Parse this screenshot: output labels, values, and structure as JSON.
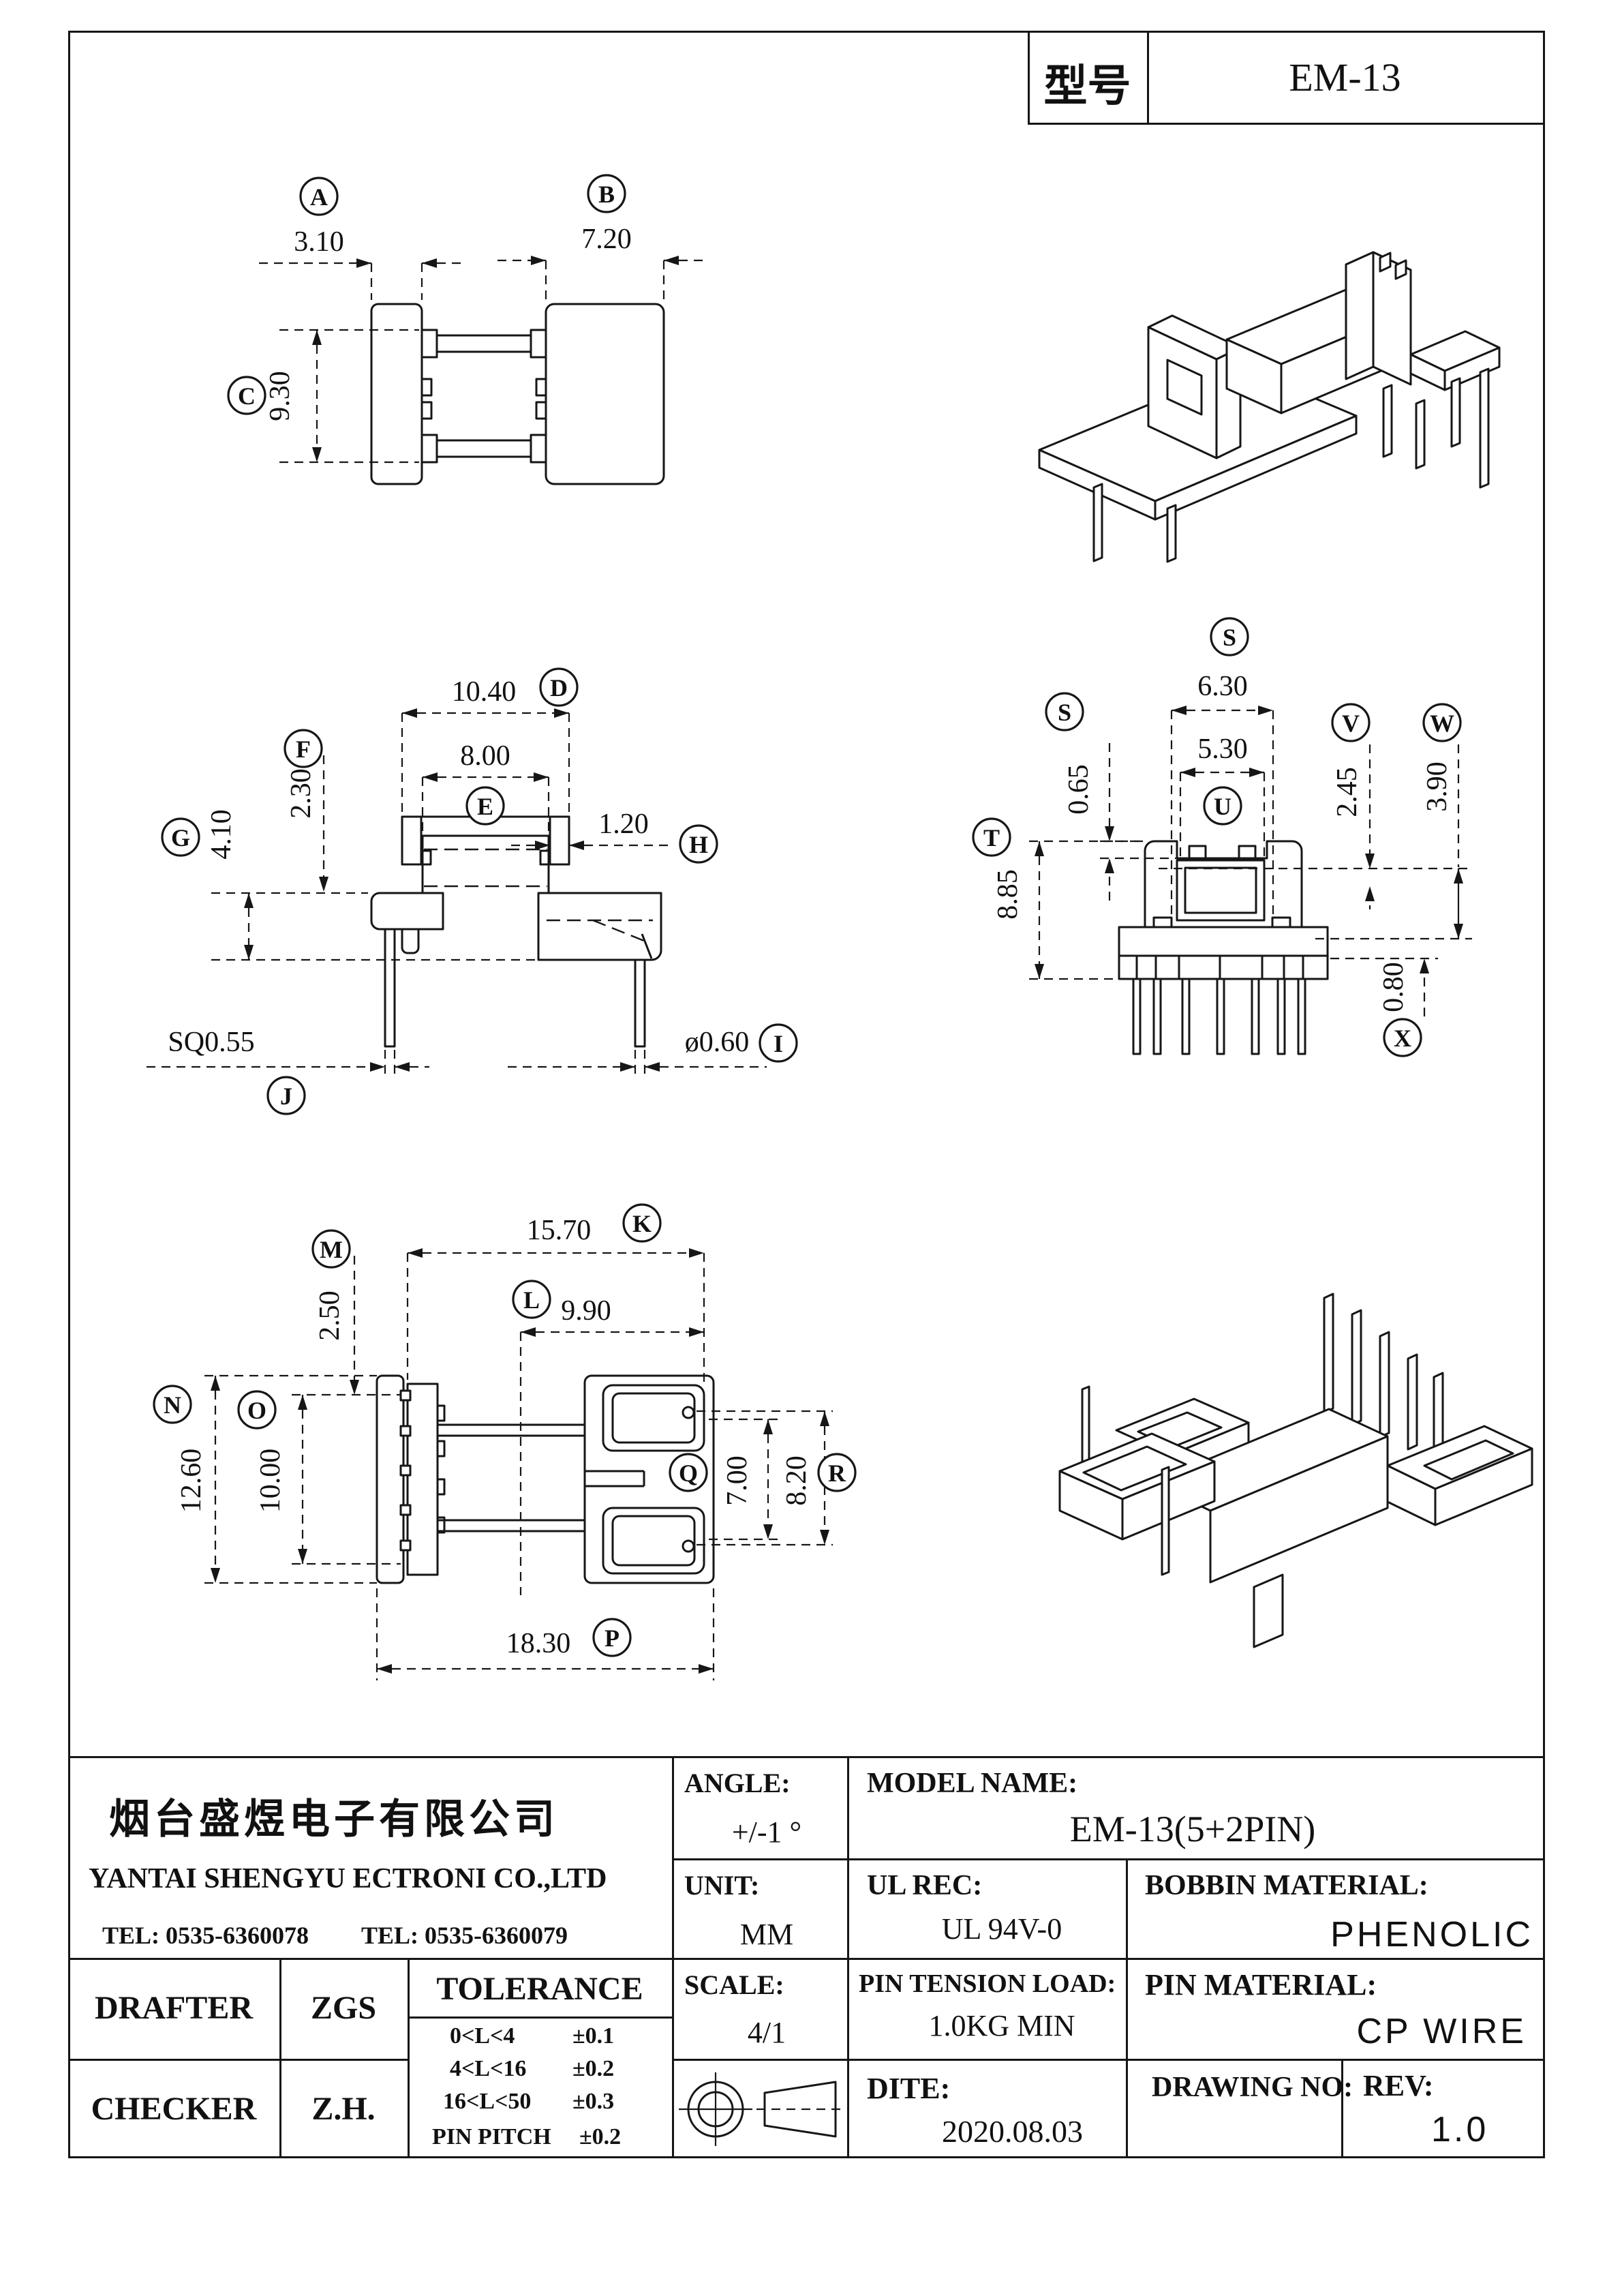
{
  "header": {
    "model_label": "型号",
    "model_value": "EM-13"
  },
  "views": {
    "top": {
      "dims": {
        "a": {
          "letter": "A",
          "value": "3.10"
        },
        "b": {
          "letter": "B",
          "value": "7.20"
        },
        "c": {
          "letter": "C",
          "value": "9.30"
        }
      }
    },
    "front": {
      "dims": {
        "d": {
          "letter": "D",
          "value": "10.40"
        },
        "e": {
          "letter": "E",
          "value": "8.00"
        },
        "f": {
          "letter": "F",
          "value": "2.30"
        },
        "g": {
          "letter": "G",
          "value": "4.10"
        },
        "h": {
          "letter": "H",
          "value": "1.20"
        },
        "i": {
          "letter": "I",
          "value": "ø0.60"
        },
        "j": {
          "letter": "J",
          "value": "SQ0.55"
        }
      }
    },
    "side": {
      "dims": {
        "s1": {
          "letter": "S",
          "value": "6.30"
        },
        "u": {
          "letter": "U",
          "value": "5.30"
        },
        "s2": {
          "letter": "S",
          "value": "0.65"
        },
        "t": {
          "letter": "T",
          "value": "8.85"
        },
        "v": {
          "letter": "V",
          "value": "2.45"
        },
        "w": {
          "letter": "W",
          "value": "3.90"
        },
        "x": {
          "letter": "X",
          "value": "0.80"
        }
      }
    },
    "bottom": {
      "dims": {
        "k": {
          "letter": "K",
          "value": "15.70"
        },
        "l": {
          "letter": "L",
          "value": "9.90"
        },
        "m": {
          "letter": "M",
          "value": "2.50"
        },
        "n": {
          "letter": "N",
          "value": "12.60"
        },
        "o": {
          "letter": "O",
          "value": "10.00"
        },
        "p": {
          "letter": "P",
          "value": "18.30"
        },
        "q": {
          "letter": "Q",
          "value": "7.00"
        },
        "r": {
          "letter": "R",
          "value": "8.20"
        }
      }
    }
  },
  "title_block": {
    "company_cn": "烟台盛煜电子有限公司",
    "company_en": "YANTAI SHENGYU ECTRONI CO.,LTD",
    "tel_left": "TEL: 0535-6360078",
    "tel_right": "TEL: 0535-6360079",
    "drafter_label": "DRAFTER",
    "drafter_value": "ZGS",
    "checker_label": "CHECKER",
    "checker_value": "Z.H.",
    "tolerance_title": "TOLERANCE",
    "tolerance_rows": [
      {
        "range": "0<L<4",
        "tol": "±0.1"
      },
      {
        "range": "4<L<16",
        "tol": "±0.2"
      },
      {
        "range": "16<L<50",
        "tol": "±0.3"
      },
      {
        "range": "PIN PITCH",
        "tol": "±0.2"
      }
    ],
    "angle_label": "ANGLE:",
    "angle_value": "+/-1 °",
    "unit_label": "UNIT:",
    "unit_value": "MM",
    "scale_label": "SCALE:",
    "scale_value": "4/1",
    "model_name_label": "MODEL NAME:",
    "model_name_value": "EM-13(5+2PIN)",
    "ul_label": "UL REC:",
    "ul_value": "UL 94V-0",
    "pin_tension_label": "PIN TENSION LOAD:",
    "pin_tension_value": "1.0KG MIN",
    "dite_label": "DITE:",
    "dite_value": "2020.08.03",
    "bobbin_label": "BOBBIN MATERIAL:",
    "bobbin_value": "PHENOLIC",
    "pin_material_label": "PIN MATERIAL:",
    "pin_material_value": "CP WIRE",
    "drawing_no_label": "DRAWING NO:",
    "rev_label": "REV:",
    "rev_value": "1.0"
  }
}
